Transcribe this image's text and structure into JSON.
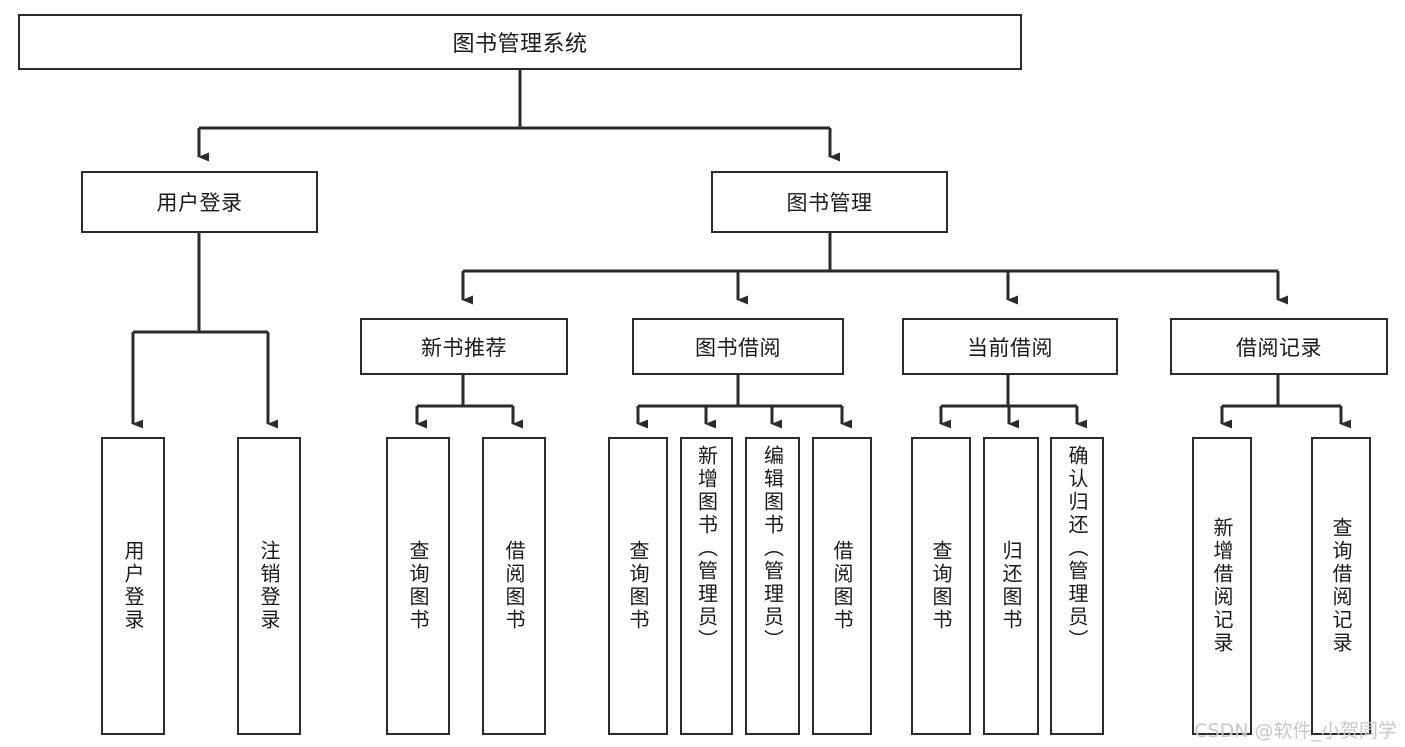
{
  "diagram": {
    "title": "图书管理系统",
    "type": "tree",
    "colors": {
      "stroke": "#2b2b2b",
      "fill": "#ffffff",
      "text": "#1a1a1a",
      "watermark": "#c8c8c8",
      "background": "#ffffff"
    },
    "root": {
      "label": "图书管理系统"
    },
    "level2": [
      {
        "label": "用户登录"
      },
      {
        "label": "图书管理"
      }
    ],
    "level3": [
      {
        "label": "新书推荐"
      },
      {
        "label": "图书借阅"
      },
      {
        "label": "当前借阅"
      },
      {
        "label": "借阅记录"
      }
    ],
    "leaves": {
      "user_login": [
        {
          "label": "用户登录"
        },
        {
          "label": "注销登录"
        }
      ],
      "new_book_recommend": [
        {
          "label": "查询图书"
        },
        {
          "label": "借阅图书"
        }
      ],
      "book_borrow": [
        {
          "label": "查询图书"
        },
        {
          "label": "新增图书（管理员）"
        },
        {
          "label": "编辑图书（管理员）"
        },
        {
          "label": "借阅图书"
        }
      ],
      "current_borrow": [
        {
          "label": "查询图书"
        },
        {
          "label": "归还图书"
        },
        {
          "label": "确认归还（管理员）"
        }
      ],
      "borrow_record": [
        {
          "label": "新增借阅记录"
        },
        {
          "label": "查询借阅记录"
        }
      ]
    }
  },
  "watermark": {
    "text": "CSDN @软件_小贺同学"
  }
}
